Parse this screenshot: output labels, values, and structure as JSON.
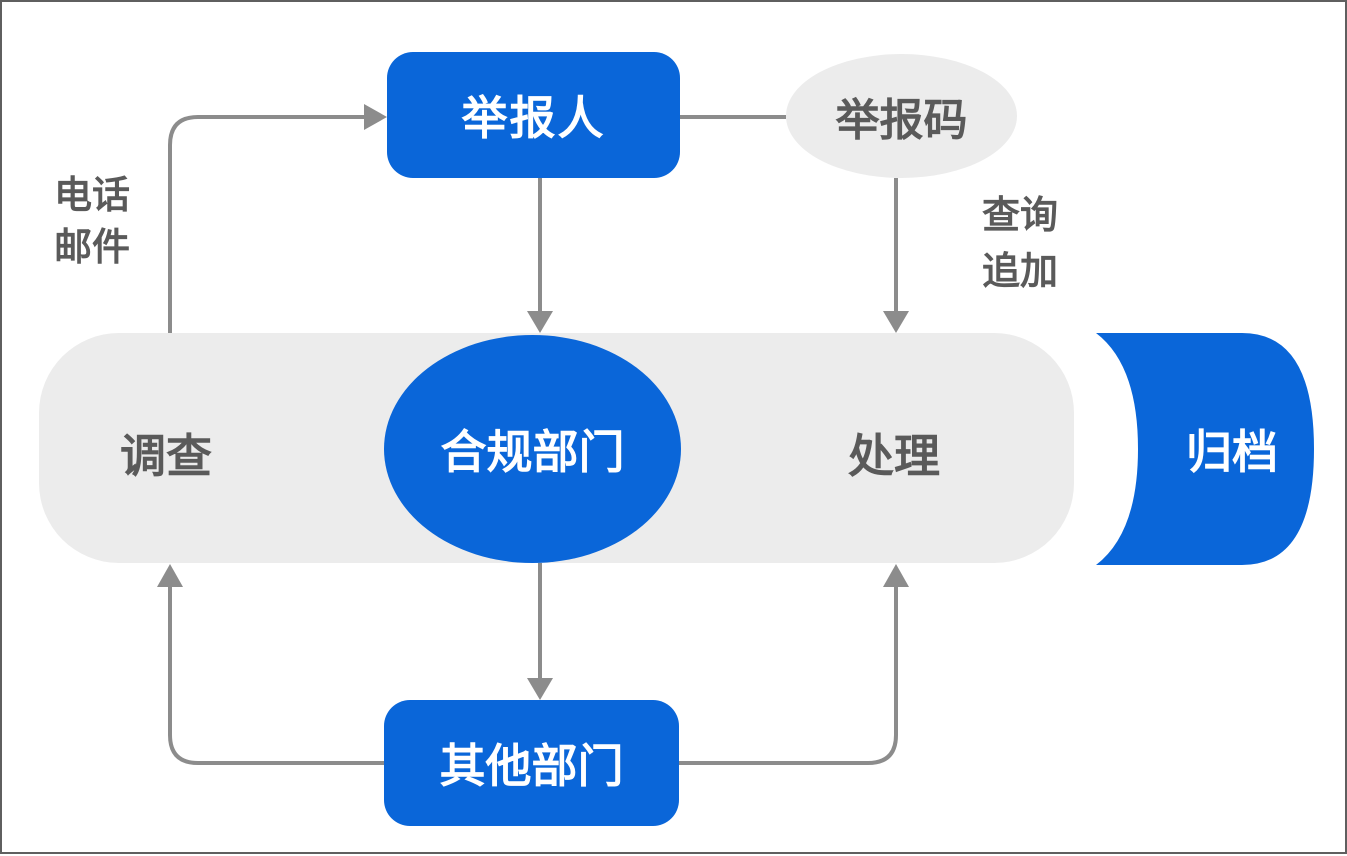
{
  "nodes": {
    "reporter": "举报人",
    "report_code": "举报码",
    "compliance": "合规部门",
    "other_departments": "其他部门",
    "archive": "归档"
  },
  "labels": {
    "investigate": "调查",
    "handle": "处理",
    "channel_line1": "电话",
    "channel_line2": "邮件",
    "query_line1": "查询",
    "query_line2": "追加"
  },
  "colors": {
    "primary": "#0a66d9",
    "band": "#ececec",
    "arrow": "#8c8c8c",
    "text_gray": "#5a5a5a"
  }
}
